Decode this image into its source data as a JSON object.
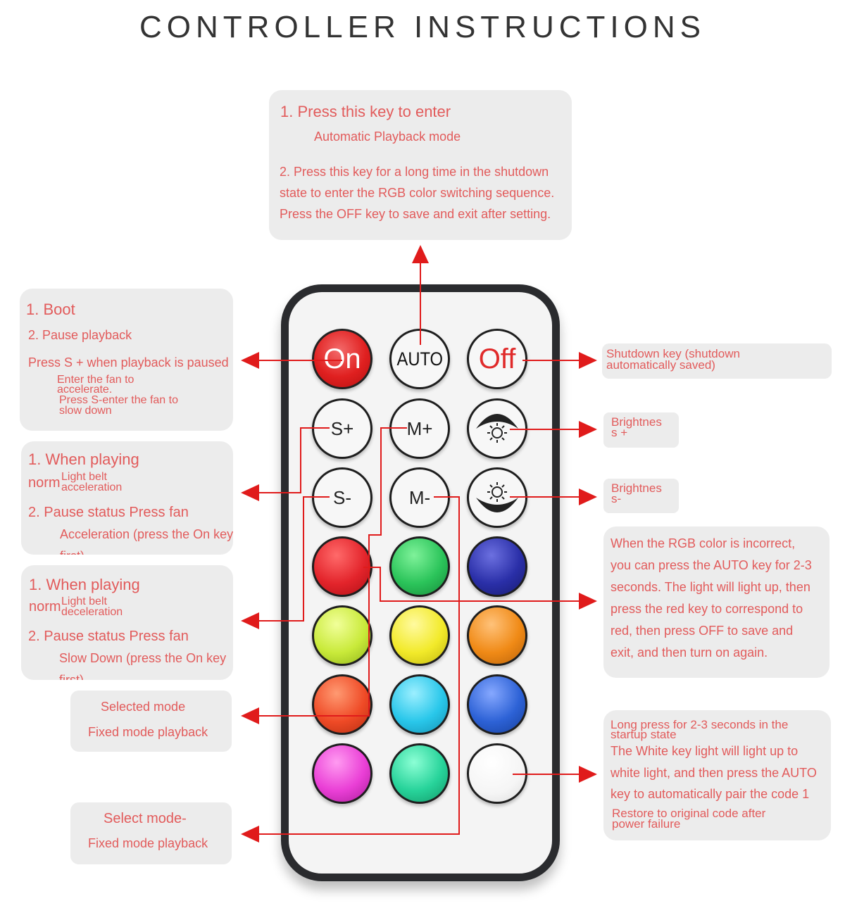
{
  "title": "CONTROLLER INSTRUCTIONS",
  "notes": {
    "auto": {
      "line1": "1. Press this key to enter",
      "line2": "Automatic Playback mode",
      "line3": "2. Press this key for a long time in the shutdown",
      "line4": "state to enter the RGB color switching sequence.",
      "line5": "Press the OFF key to save and exit after setting."
    },
    "boot": {
      "line1": "1. Boot",
      "line2": "2. Pause playback",
      "line3": "Press S + when playback is paused",
      "line4": "Enter the fan to",
      "line5": "accelerate.",
      "line6": "Press S-enter the fan to",
      "line7": "slow down"
    },
    "accel": {
      "line1": "1. When playing",
      "line2a": "norm",
      "line2b": "Light belt",
      "line2c": "acceleration",
      "line3": "2. Pause status Press fan",
      "line4": "Acceleration (press the On key",
      "line5": "first)"
    },
    "decel": {
      "line1": "1. When playing",
      "line2a": "norm",
      "line2b": "Light belt",
      "line2c": "deceleration",
      "line3": "2. Pause status Press fan",
      "line4": "Slow Down (press the On key",
      "line5": "first)"
    },
    "mplus": {
      "line1": "Selected mode",
      "line2": "Fixed mode playback"
    },
    "mminus": {
      "line1": "Select mode-",
      "line2": "Fixed mode playback"
    },
    "off": {
      "line1": "Shutdown key (shutdown",
      "line2": "automatically saved)"
    },
    "bright_up": {
      "line1": "Brightnes",
      "line2": "s +"
    },
    "bright_down": {
      "line1": "Brightnes",
      "line2": "s-"
    },
    "rgb": {
      "line1": "When the RGB color is incorrect,",
      "line2": "you can press the AUTO key for 2-3",
      "line3": "seconds. The light will light up, then",
      "line4": "press the red key to correspond to",
      "line5": "red, then press OFF to save and",
      "line6": "exit, and then turn on again."
    },
    "white": {
      "line1": "Long press for 2-3 seconds in the",
      "line2": "startup state",
      "line3": "The White key light will light up to",
      "line4": "white light, and then press the AUTO",
      "line5": "key to automatically pair the code 1",
      "line6": "Restore to original code after",
      "line7": "power failure"
    }
  },
  "keys": {
    "on": "On",
    "auto": "AUTO",
    "off": "Off",
    "s_plus": "S+",
    "m_plus": "M+",
    "s_minus": "S-",
    "m_minus": "M-"
  },
  "colors": {
    "annotation_red": "#e25b5b",
    "arrow_red": "#e01b1b",
    "panel_gray": "#ececec",
    "remote_border": "#2a2b2e",
    "key_red": "#e3242b",
    "key_green": "#2bc45a",
    "key_blue": "#2a2fa8",
    "key_lime": "#c9ea3a",
    "key_yellow": "#f2ea2a",
    "key_orange": "#f08a16",
    "key_red_orange": "#ef4a26",
    "key_cyan": "#29c7ea",
    "key_mid_blue": "#2d62d6",
    "key_magenta": "#ea3fd6",
    "key_aqua": "#27d39a",
    "key_white": "#f5f5f5"
  },
  "icons": {
    "brightness_up": "brightness-up-icon",
    "brightness_down": "brightness-down-icon"
  }
}
